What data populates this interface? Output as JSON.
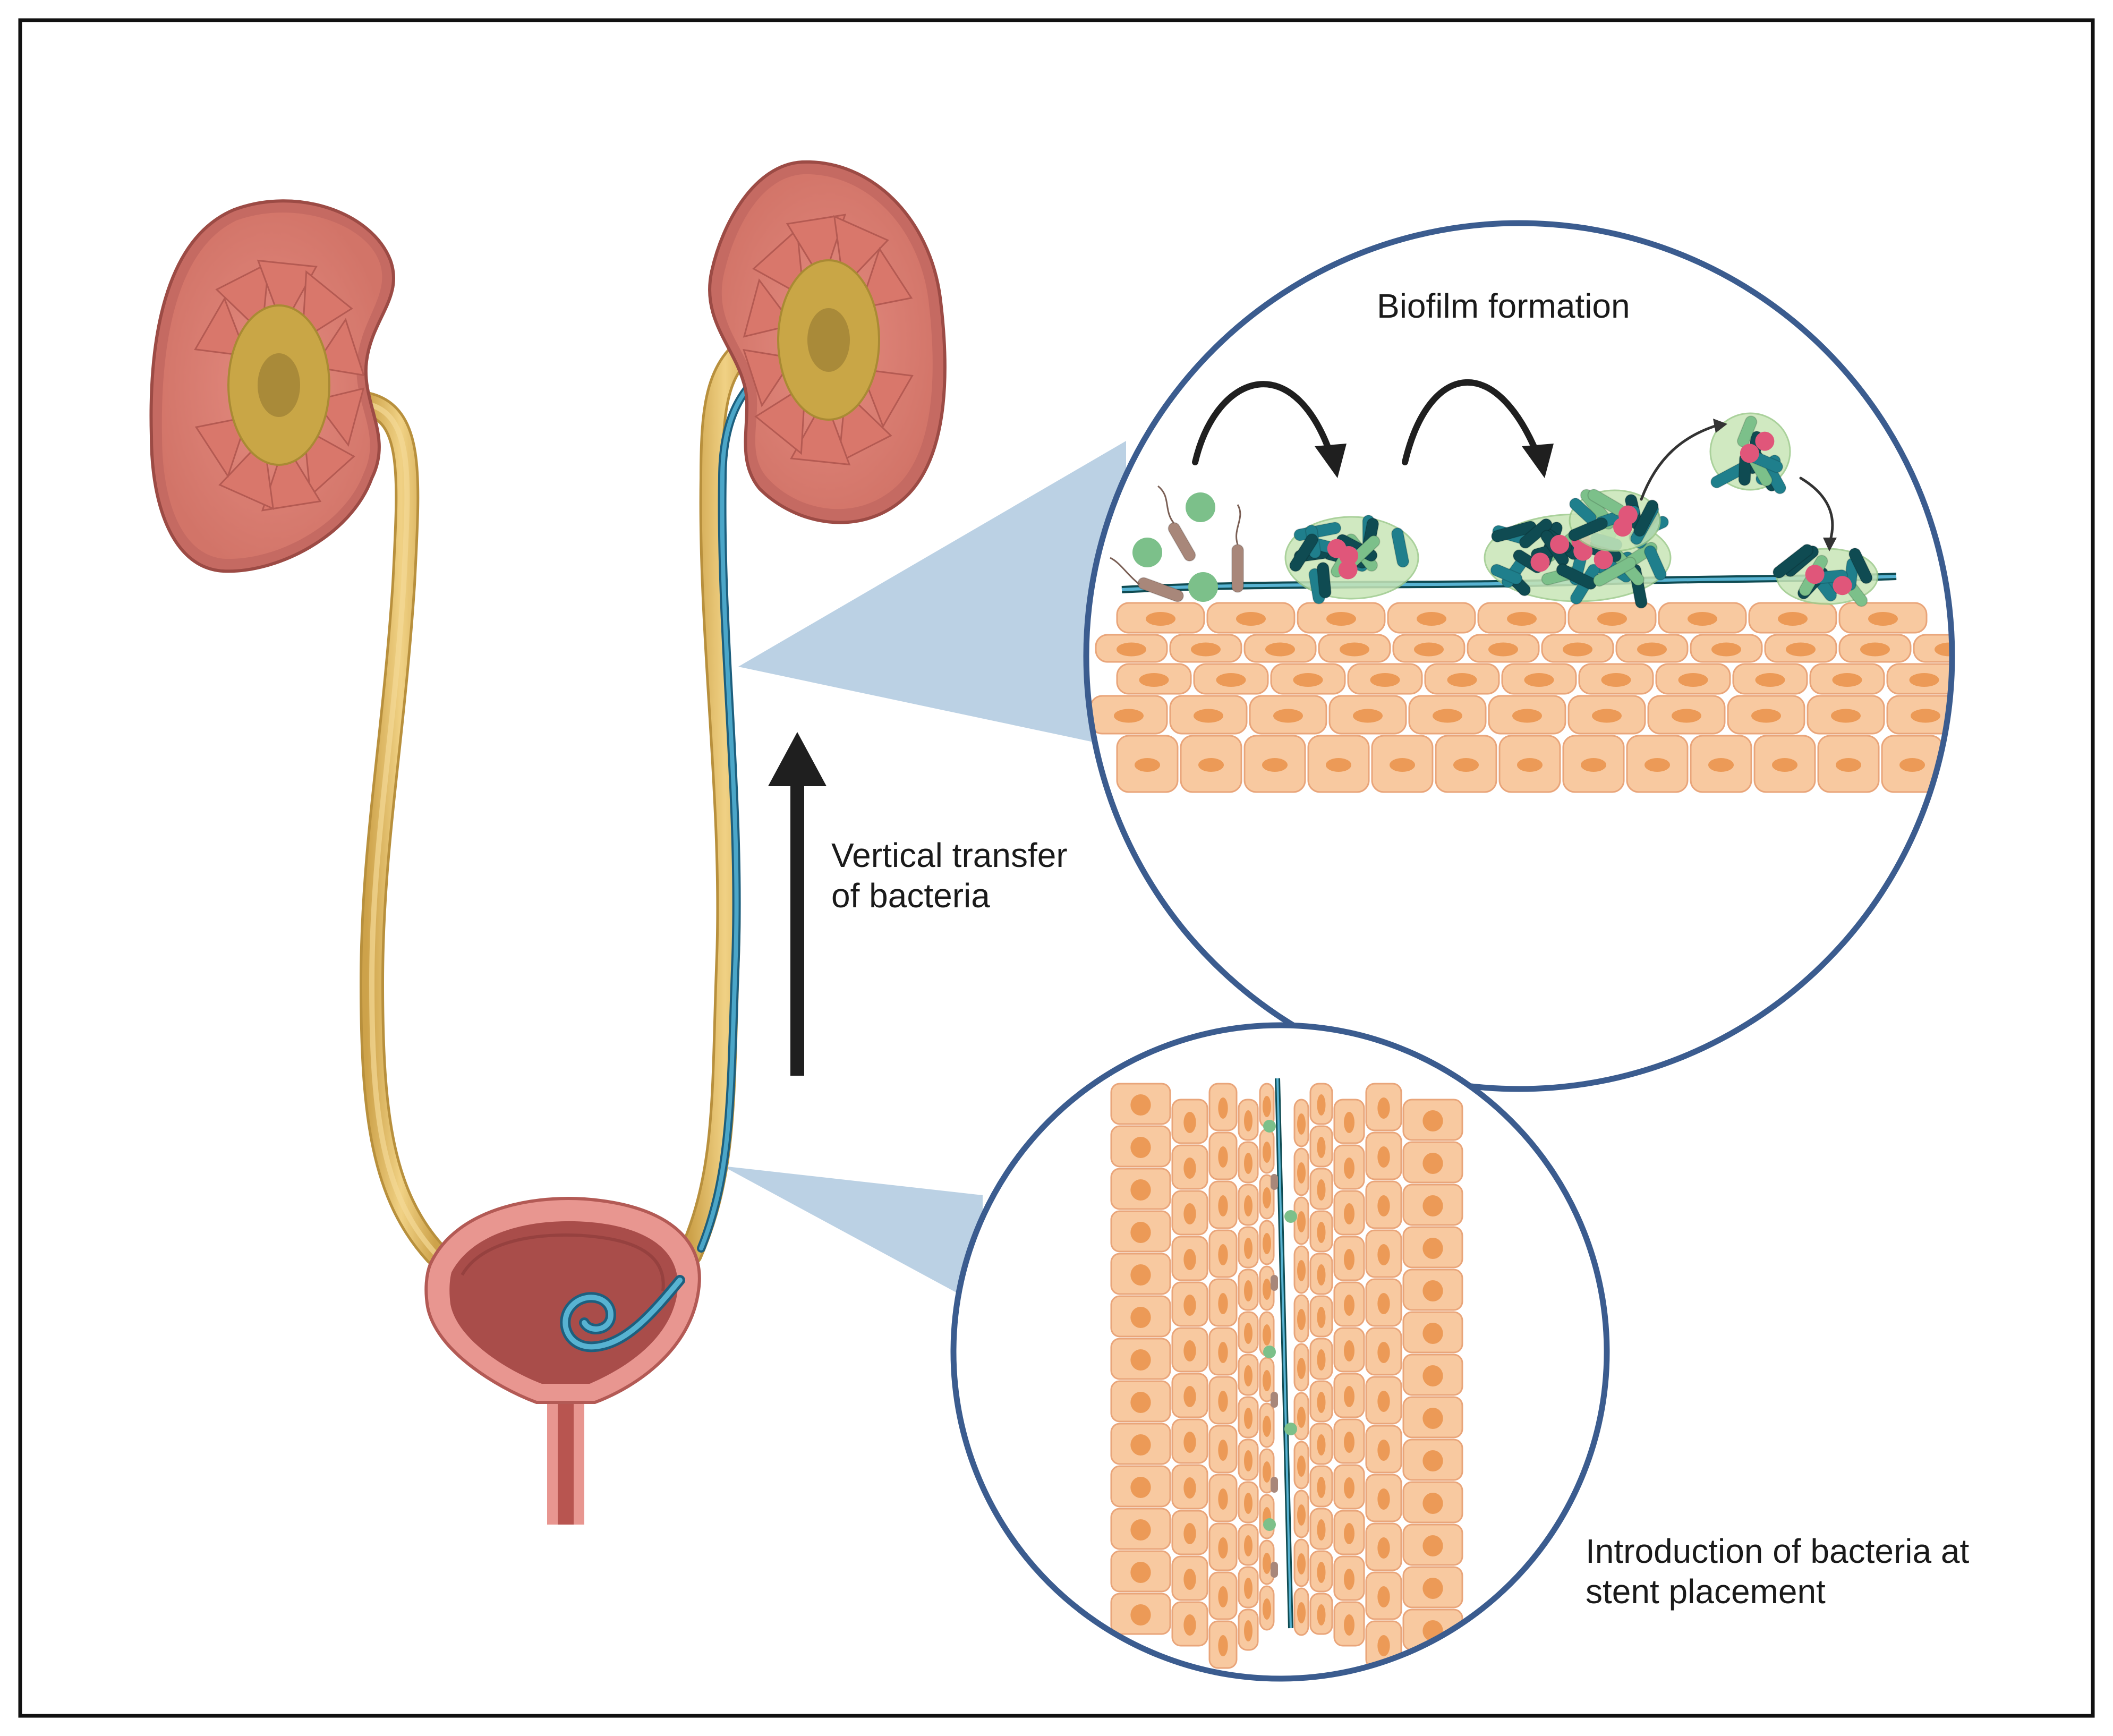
{
  "labels": {
    "biofilm_formation": "Biofilm formation",
    "vertical_transfer_line1": "Vertical transfer",
    "vertical_transfer_line2": "of bacteria",
    "introduction_line1": "Introduction of bacteria at",
    "introduction_line2": "stent placement"
  },
  "colors": {
    "border": "#111111",
    "circle_outline": "#3b5c8f",
    "kidney_cortex": "#e8958a",
    "kidney_medulla": "#d9776b",
    "pelvis": "#c9a646",
    "ureter": "#e4c06a",
    "stent": "#2e7fa3",
    "bladder_wall": "#e79a93",
    "bladder_inner": "#a94d4a",
    "cell_fill": "#f8c9a0",
    "cell_nucleus": "#ec9a57",
    "zoom_wedge": "#b7cfe3",
    "arrow": "#1f1f1f",
    "bacteria_green": "#7cc08a",
    "bacteria_teal": "#1f7f8c",
    "bacteria_dark": "#0f4b52",
    "bacteria_pink": "#e0567a",
    "bacteria_brown": "#a8877a"
  },
  "icons": [
    "kidney-icon",
    "bladder-icon",
    "stent-icon",
    "bacteria-icon",
    "biofilm-icon",
    "up-arrow-icon"
  ]
}
